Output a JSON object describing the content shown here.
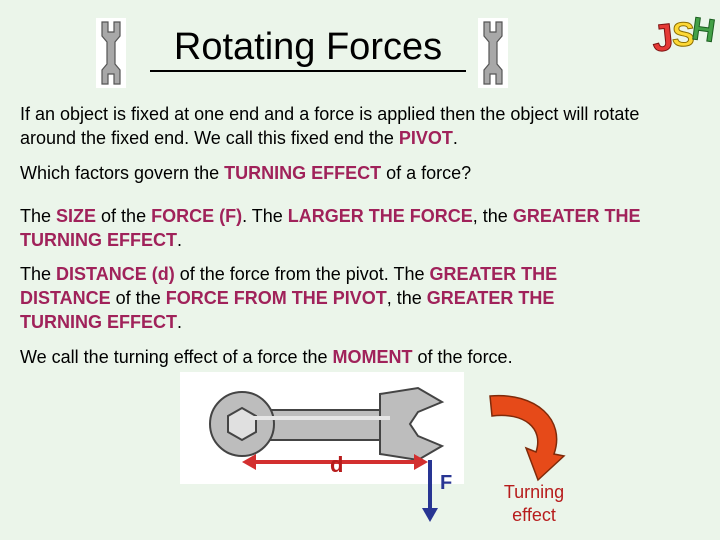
{
  "title": "Rotating Forces",
  "p1": {
    "a": "If an object is fixed at one end and a force is applied then the object will rotate around the fixed end. We call this fixed end the ",
    "b": "PIVOT",
    "c": "."
  },
  "p2": {
    "a": "Which factors govern the ",
    "b": "TURNING EFFECT",
    "c": " of a force?"
  },
  "p3": {
    "a": "The ",
    "b": "SIZE",
    "c": " of the ",
    "d": "FORCE (F)",
    "e": ". The ",
    "f": "LARGER THE FORCE",
    "g": ", the ",
    "h": "GREATER THE TURNING EFFECT",
    "i": "."
  },
  "p4": {
    "a": "The ",
    "b": "DISTANCE (d)",
    "c": " of the force from the pivot. The ",
    "d": "GREATER THE DISTANCE",
    "e": " of the ",
    "f": "FORCE FROM THE PIVOT",
    "g": ", the ",
    "h": "GREATER THE TURNING EFFECT",
    "i": "."
  },
  "p5": {
    "a": "We call the turning effect of a force the ",
    "b": "MOMENT",
    "c": " of the force."
  },
  "diagram": {
    "d_label": "d",
    "f_label": "F",
    "turning_label": "Turning effect"
  },
  "logo": {
    "text": "JSH"
  },
  "colors": {
    "background": "#ebf5ea",
    "highlight": "#a0225a",
    "distance_arrow": "#d32f2f",
    "force_arrow": "#283593",
    "rotation_arrow": "#e64a19"
  },
  "icons": [
    "wrench-icon",
    "wrench-icon",
    "logo-icon",
    "spanner-diagram",
    "rotation-arrow-icon"
  ]
}
